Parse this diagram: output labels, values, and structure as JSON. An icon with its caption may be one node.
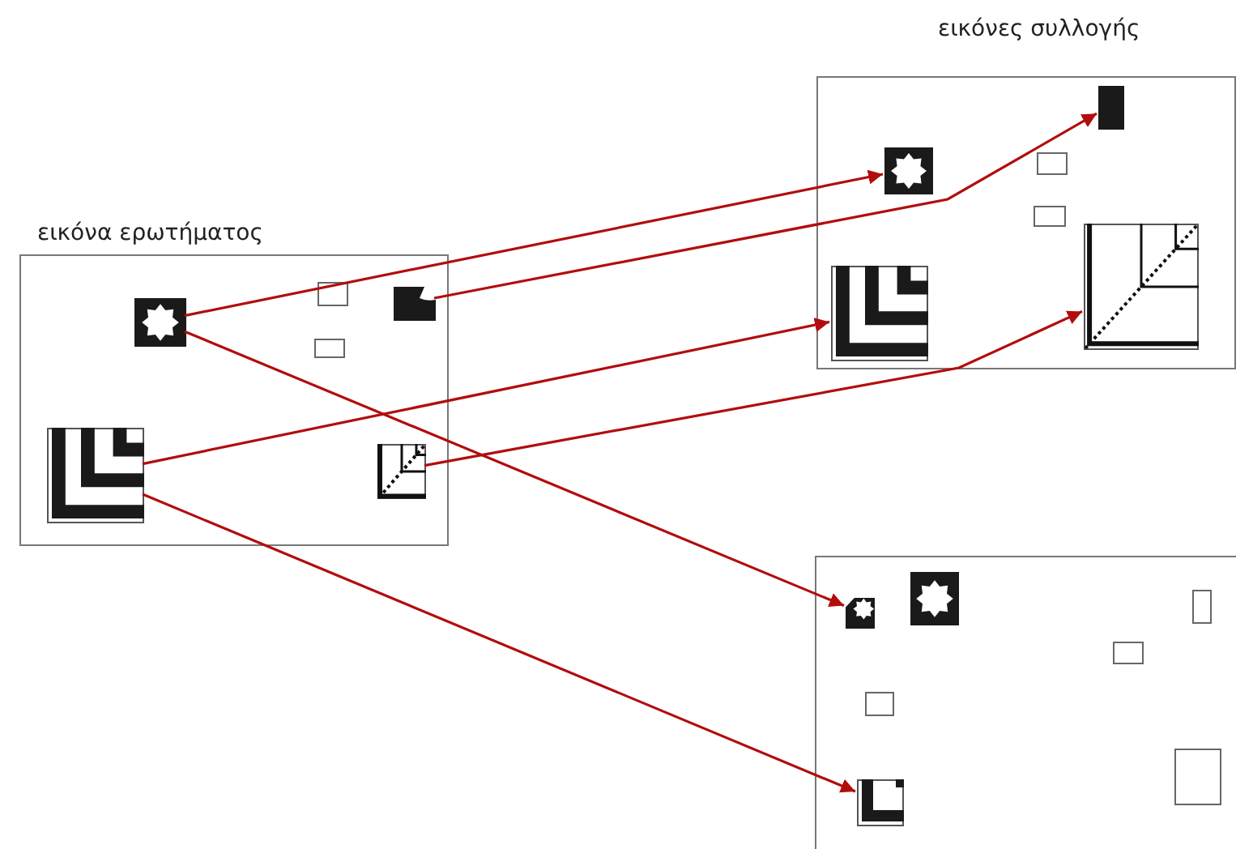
{
  "diagram": {
    "nodes": [
      {
        "text": [
          "εικόνα ερωτήματος"
        ]
      },
      {
        "text": [],
        "shape": "picture",
        "in": 0
      },
      {
        "text": [],
        "shape": "box",
        "in": 0
      },
      {
        "text": [],
        "shape": "picture",
        "in": 0
      },
      {
        "text": [],
        "shape": "box",
        "in": 0
      },
      {
        "text": [],
        "shape": "picture",
        "in": 0
      },
      {
        "text": [],
        "shape": "picture",
        "in": 0
      },
      {
        "text": [
          "εικόνες συλλογής"
        ]
      },
      {
        "text": [],
        "shape": "bar",
        "in": 7
      },
      {
        "text": [],
        "shape": "picture",
        "in": 7
      },
      {
        "text": [],
        "shape": "box",
        "in": 7
      },
      {
        "text": [],
        "shape": "box",
        "in": 7
      },
      {
        "text": [],
        "shape": "picture",
        "in": 7
      },
      {
        "text": [],
        "shape": "picture",
        "in": 7
      },
      {
        "text": [],
        "shape": "box"
      },
      {
        "text": [],
        "shape": "picture",
        "in": 14
      },
      {
        "text": [],
        "shape": "picture",
        "in": 14
      },
      {
        "text": [],
        "shape": "box",
        "in": 14
      },
      {
        "text": [],
        "shape": "box",
        "in": 14
      },
      {
        "text": [],
        "shape": "box",
        "in": 14
      },
      {
        "text": [],
        "shape": "box",
        "in": 14
      },
      {
        "text": [],
        "shape": "picture",
        "in": 14
      }
    ],
    "edges": [
      {
        "from": 1,
        "to": 9,
        "arrow": "to"
      },
      {
        "from": 3,
        "to": 8,
        "arrow": "to"
      },
      {
        "from": 1,
        "to": 15,
        "arrow": "to"
      },
      {
        "from": 5,
        "to": 12,
        "arrow": "to"
      },
      {
        "from": 6,
        "to": 13,
        "arrow": "to"
      },
      {
        "from": 5,
        "to": 21,
        "arrow": "to"
      }
    ]
  }
}
